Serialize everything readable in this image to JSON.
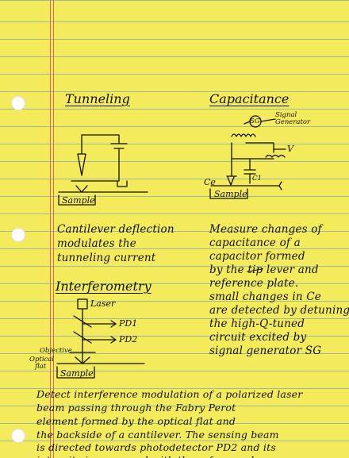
{
  "sections": {
    "tunneling": {
      "title": "Tunneling",
      "sample_label": "Sample",
      "description": [
        "Cantilever deflection",
        "modulates the",
        "tunneling current"
      ]
    },
    "capacitance": {
      "title": "Capacitance",
      "sg_label": "SG",
      "signal_generator_label": [
        "Signal",
        "Generator"
      ],
      "v_label": "V",
      "c1_label": "C1",
      "ce_label": "Ce",
      "sample_label": "Sample",
      "description": {
        "line1": "Measure changes of",
        "line2": "capacitance of a",
        "line3": "capacitor formed",
        "line4_before": "by the",
        "line4_crossed": "tip",
        "line4_after": "lever and",
        "line5": "reference plate.",
        "line6": "small changes in Ce",
        "line7": "are detected by detuning",
        "line8": "the high-Q-tuned",
        "line9": "circuit excited by",
        "line10": "signal generator SG"
      }
    },
    "interferometry": {
      "title": "Interferometry",
      "laser_label": "Laser",
      "pd1_label": "PD1",
      "pd2_label": "PD2",
      "objective_label": "Objective",
      "optical_flat_label": [
        "Optical",
        "flat"
      ],
      "sample_label": "Sample",
      "description": [
        "Detect interference modulation of a polarized laser",
        "beam passing through the Fabry Perot",
        "element formed by the optical flat and",
        "the backside of a cantilever. The sensing beam",
        "is directed towards photodetector PD2 and its",
        "intensity is compared with the reference beam."
      ]
    }
  }
}
